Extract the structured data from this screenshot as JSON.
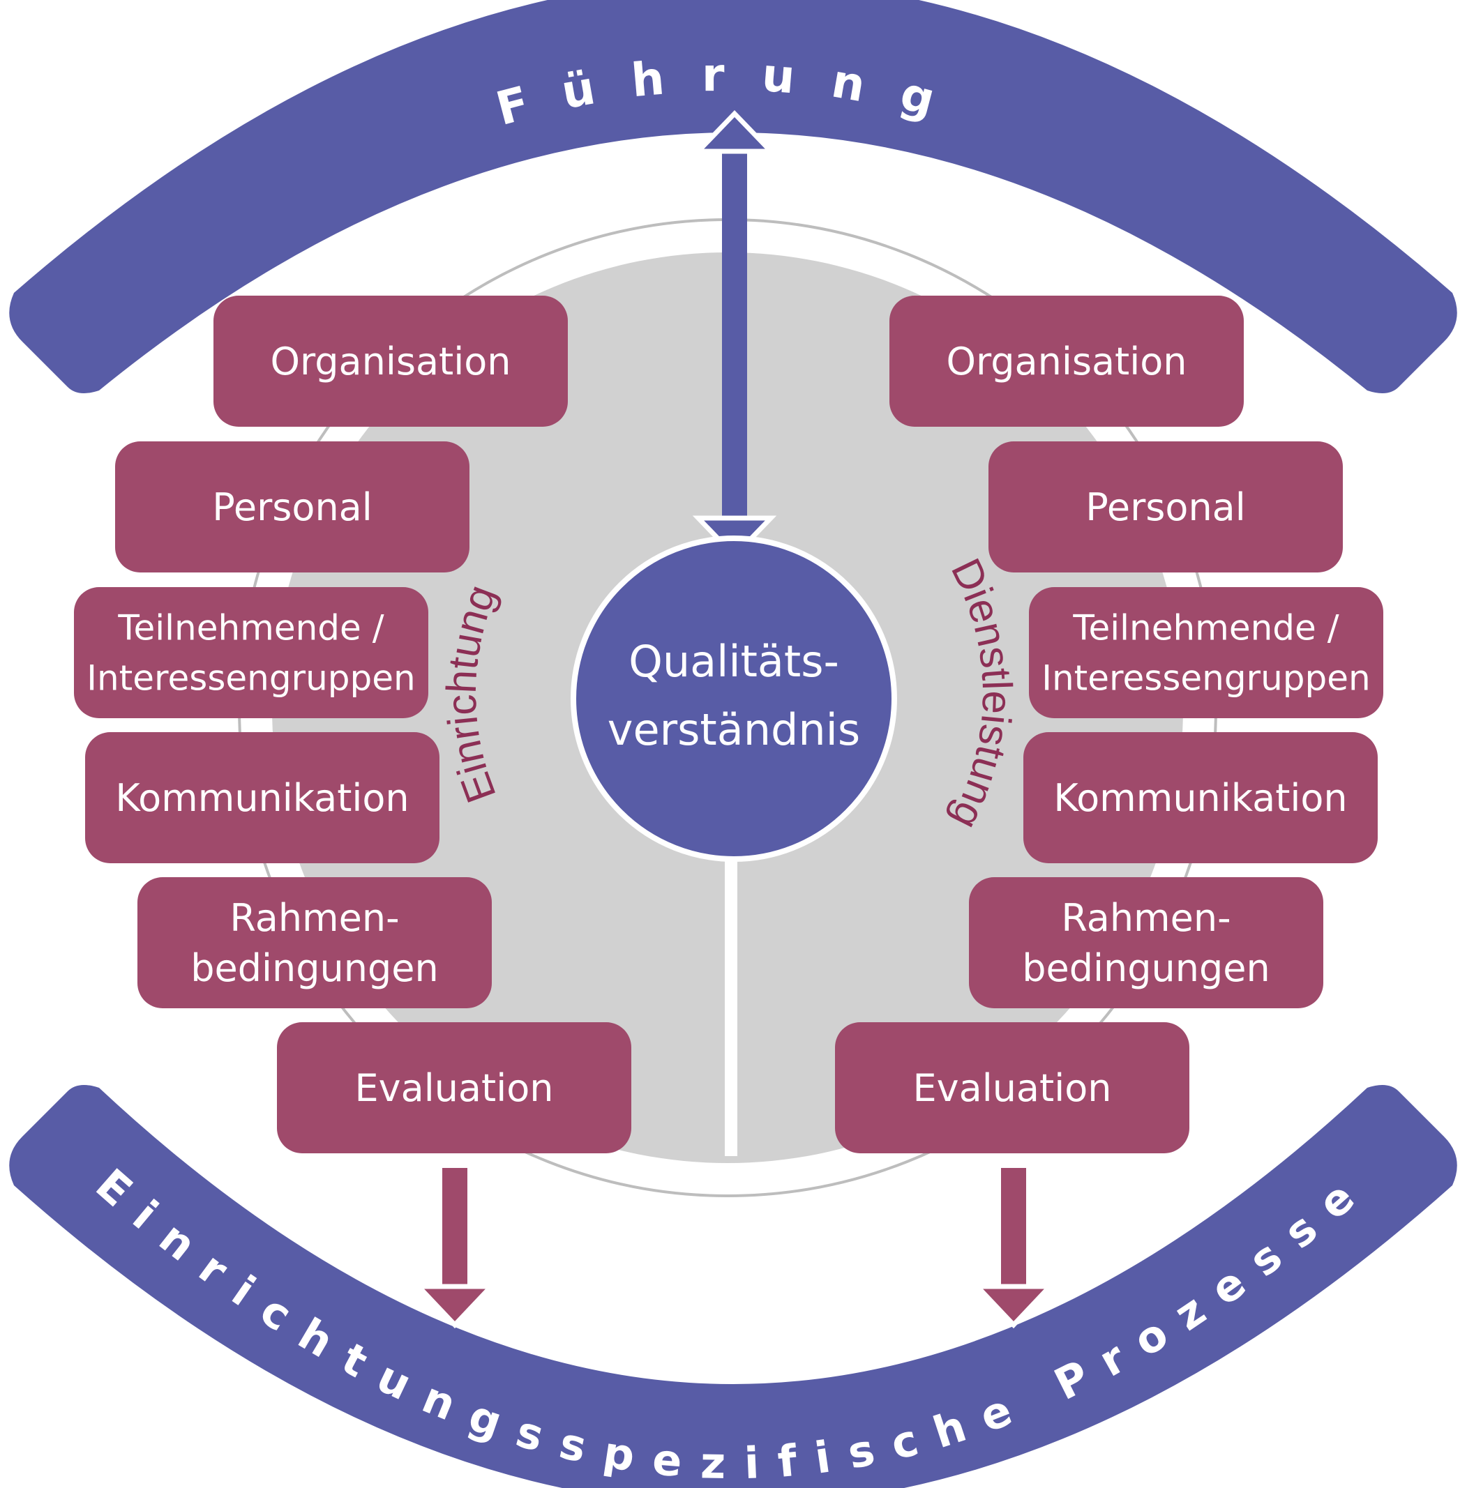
{
  "top_band": {
    "label": "Führung"
  },
  "bottom_band": {
    "label": "Einrichtungsspezifische Prozesse"
  },
  "center": {
    "line1": "Qualitäts-",
    "line2": "verständnis"
  },
  "side_labels": {
    "left": "Einrichtung",
    "right": "Dienstleistung"
  },
  "left_column": [
    {
      "lines": [
        "Organisation"
      ]
    },
    {
      "lines": [
        "Personal"
      ]
    },
    {
      "lines": [
        "Teilnehmende /",
        "Interessengruppen"
      ]
    },
    {
      "lines": [
        "Kommunikation"
      ]
    },
    {
      "lines": [
        "Rahmen-",
        "bedingungen"
      ]
    },
    {
      "lines": [
        "Evaluation"
      ]
    }
  ],
  "right_column": [
    {
      "lines": [
        "Organisation"
      ]
    },
    {
      "lines": [
        "Personal"
      ]
    },
    {
      "lines": [
        "Teilnehmende /",
        "Interessengruppen"
      ]
    },
    {
      "lines": [
        "Kommunikation"
      ]
    },
    {
      "lines": [
        "Rahmen-",
        "bedingungen"
      ]
    },
    {
      "lines": [
        "Evaluation"
      ]
    }
  ],
  "colors": {
    "band": "#585ca6",
    "box": "#9f4a6b",
    "circle_fill": "#d1d1d1",
    "circle_ring": "#bdbdbd",
    "side_label": "#8c2f55",
    "text_light": "#ffffff"
  }
}
